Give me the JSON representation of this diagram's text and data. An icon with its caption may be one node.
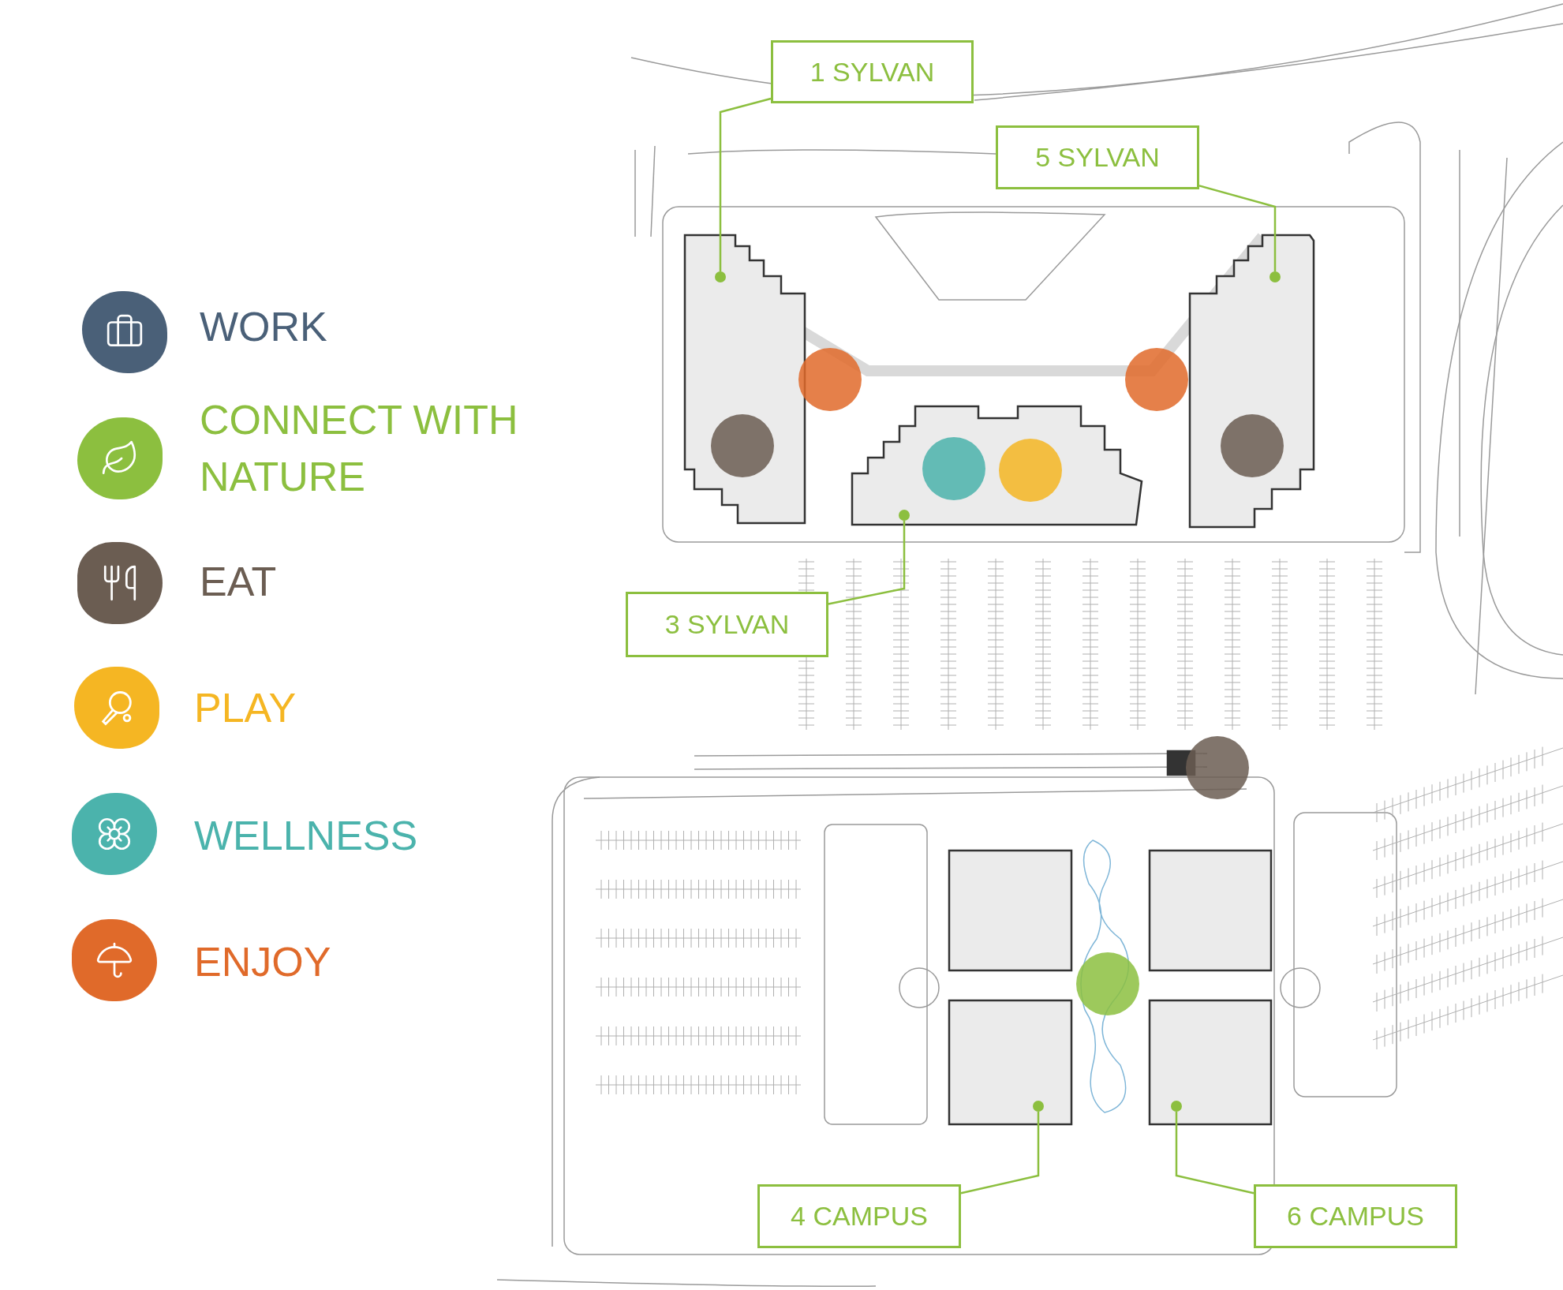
{
  "diagram": {
    "nodes": [
      {
        "text": [
          "1 SYLVAN"
        ]
      },
      {
        "text": [
          "5 SYLVAN"
        ]
      },
      {
        "text": [],
        "shape": "circle"
      },
      {
        "text": [],
        "shape": "circle"
      },
      {
        "text": [],
        "shape": "circle"
      },
      {
        "text": [
          "3 SYLVAN"
        ]
      },
      {
        "text": [],
        "shape": "circle"
      },
      {
        "text": [],
        "shape": "circle"
      },
      {
        "text": [
          "4 CAMPUS"
        ]
      },
      {
        "text": [
          "6 CAMPUS"
        ]
      }
    ],
    "edges": [
      {
        "from": 0,
        "to": 2,
        "arrow": "none"
      },
      {
        "from": 1,
        "to": 3,
        "arrow": "none"
      },
      {
        "from": 5,
        "to": 4,
        "arrow": "none"
      },
      {
        "from": 8,
        "to": 6,
        "arrow": "none"
      },
      {
        "from": 9,
        "to": 7,
        "arrow": "none"
      }
    ],
    "legend": [
      {
        "text": "WORK",
        "color": "#4a6078"
      },
      {
        "text": "CONNECT WITH NATURE",
        "color": "#8cbf3f"
      },
      {
        "text": "EAT",
        "color": "#6b5d52"
      },
      {
        "text": "PLAY",
        "color": "#f5b623"
      },
      {
        "text": "WELLNESS",
        "color": "#4bb3ac"
      },
      {
        "text": "ENJOY",
        "color": "#e06a2a"
      }
    ]
  }
}
